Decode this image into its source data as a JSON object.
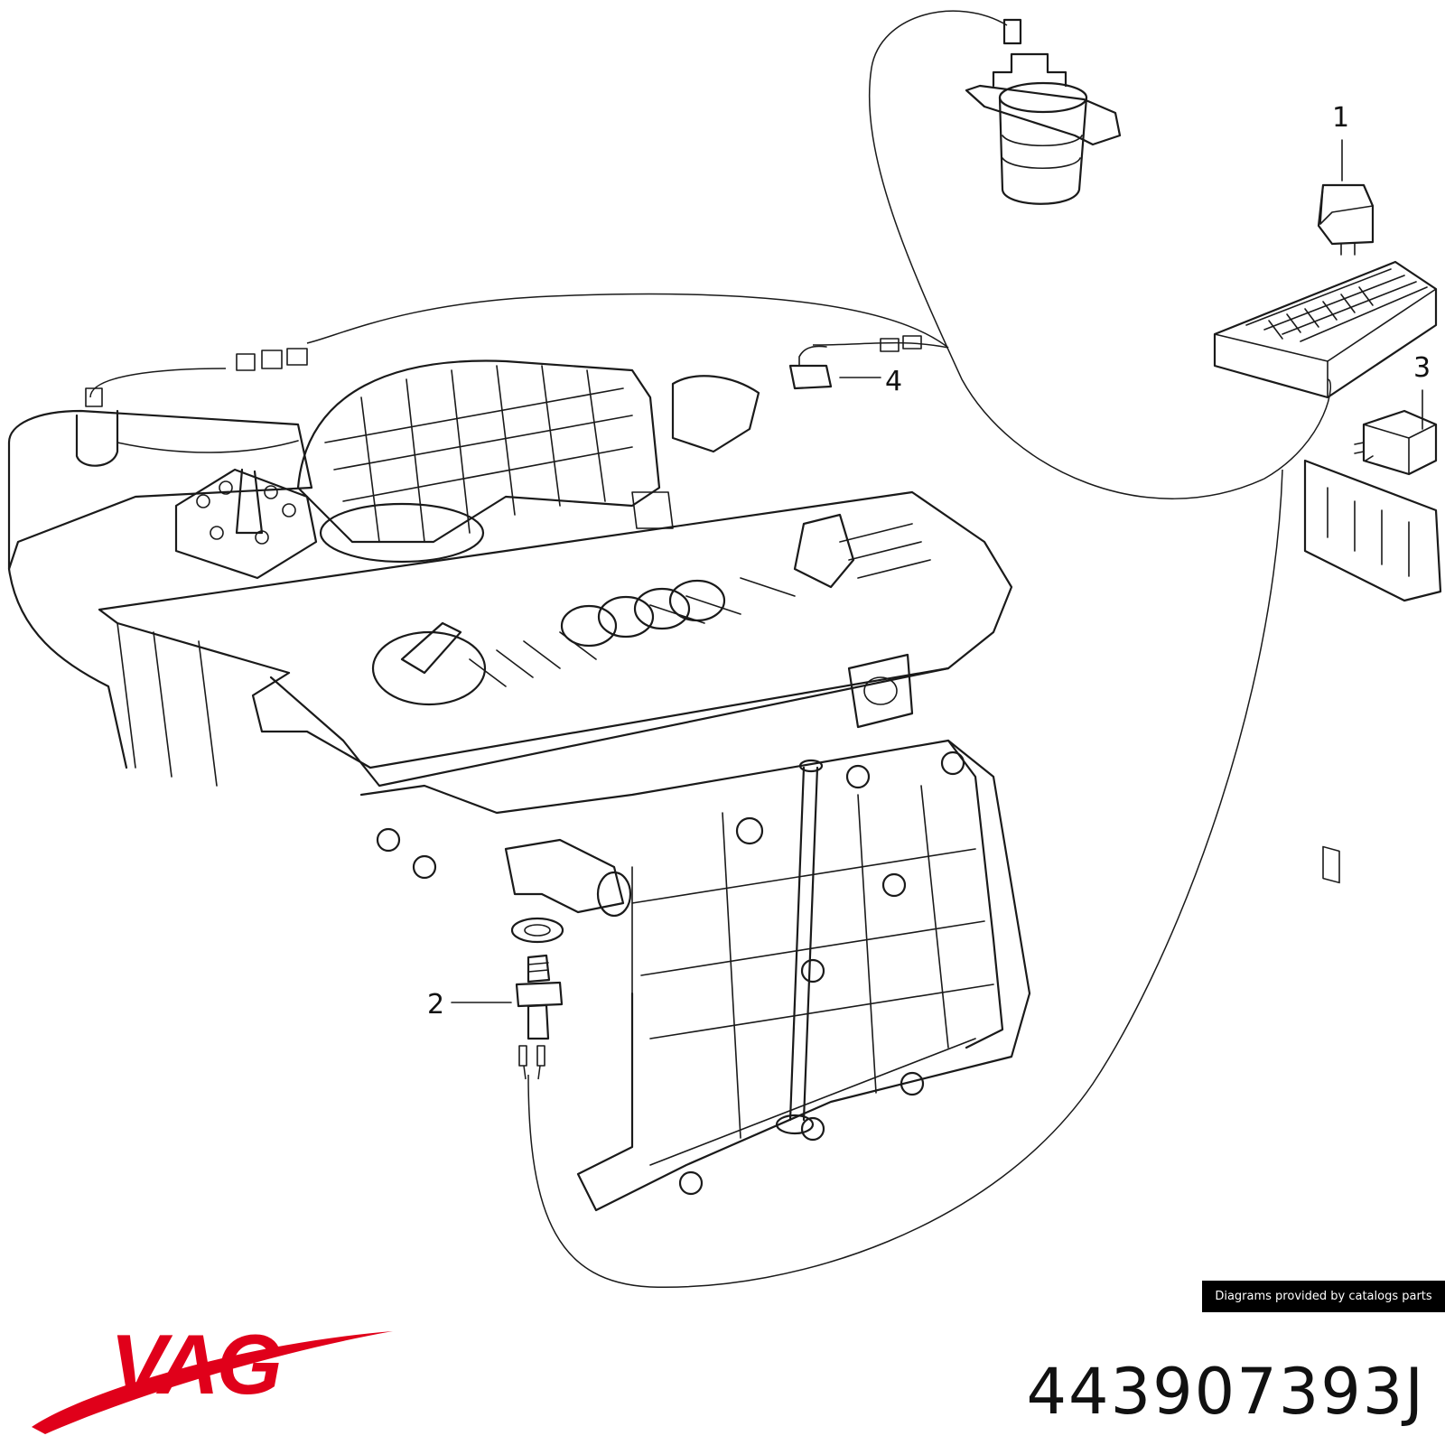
{
  "diagram": {
    "callouts": [
      {
        "id": "1",
        "label": "1"
      },
      {
        "id": "2",
        "label": "2"
      },
      {
        "id": "3",
        "label": "3"
      },
      {
        "id": "4",
        "label": "4"
      }
    ]
  },
  "footer": {
    "credit": "Diagrams provided by catalogs parts",
    "brand": "VAG",
    "part_number": "443907393J",
    "brand_color": "#e0001a"
  }
}
